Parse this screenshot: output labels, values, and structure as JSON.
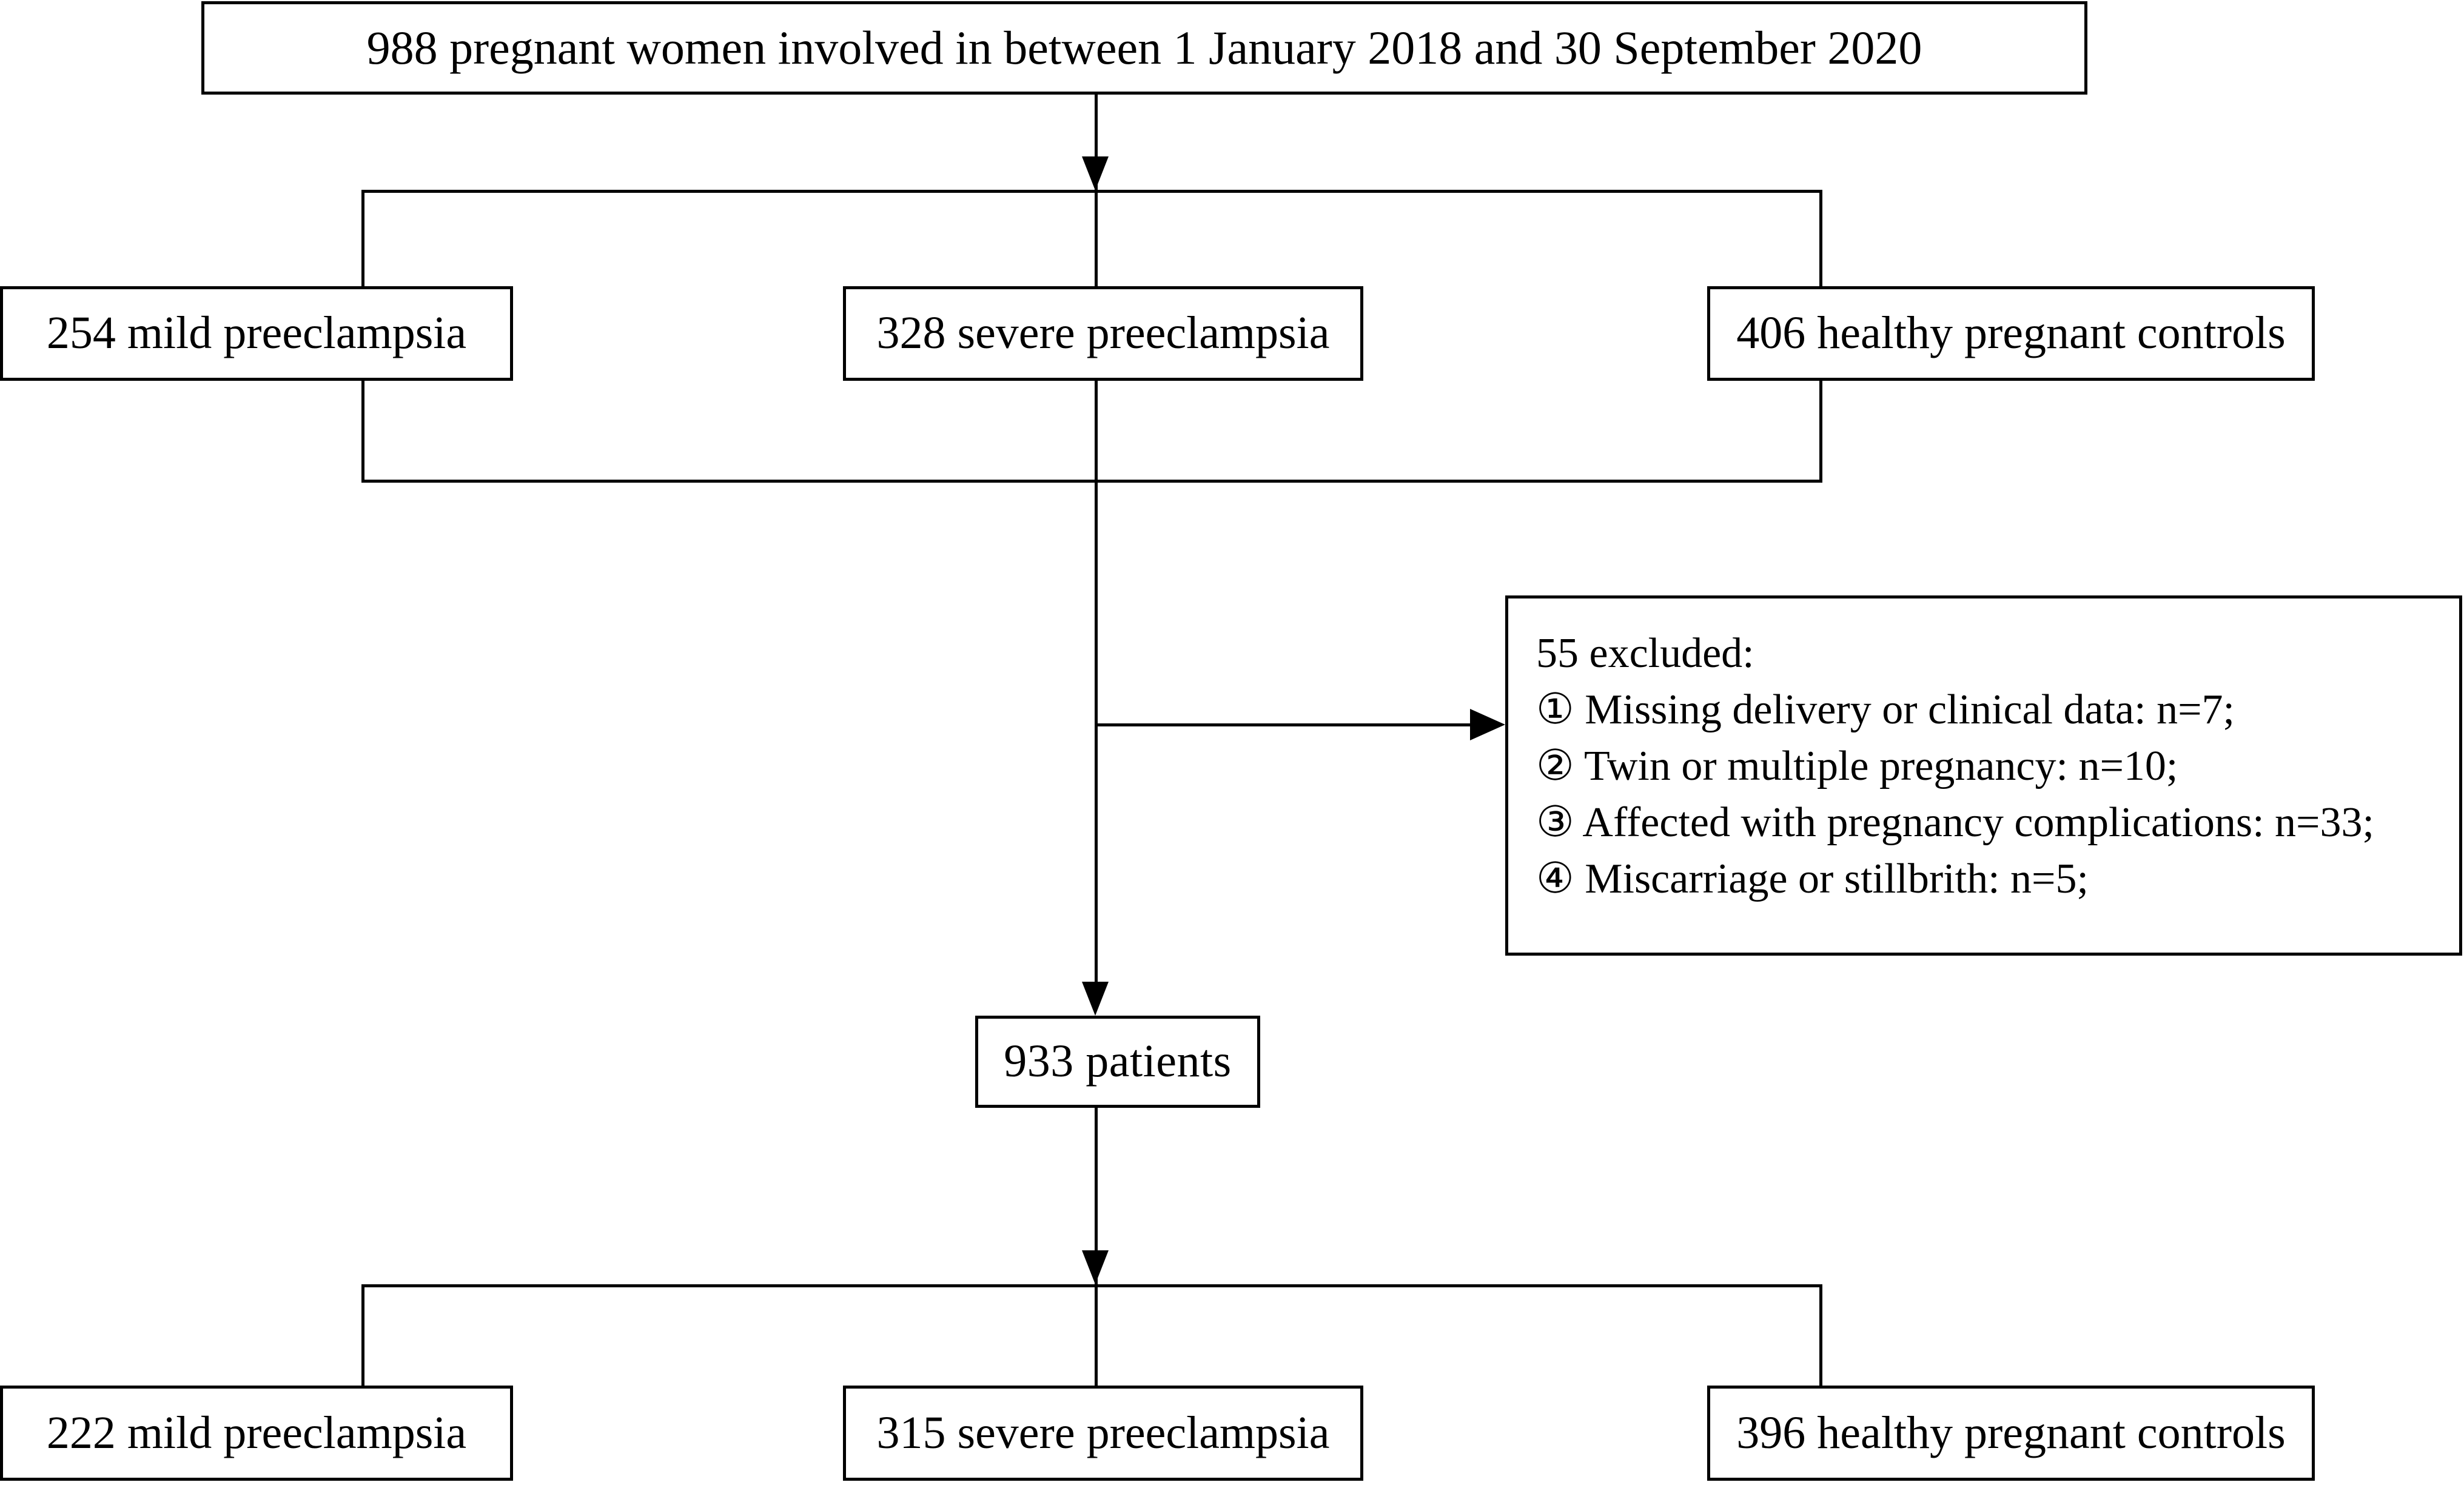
{
  "diagram": {
    "type": "study-flow-diagram",
    "enrollment": {
      "label": "988 pregnant women involved in between 1 January 2018 and 30 September 2020",
      "count": 988
    },
    "initial_groups": [
      {
        "name": "mild-preeclampsia",
        "label": "254 mild preeclampsia",
        "count": 254
      },
      {
        "name": "severe-preeclampsia",
        "label": "328 severe preeclampsia",
        "count": 328
      },
      {
        "name": "healthy-controls",
        "label": "406 healthy pregnant controls",
        "count": 406
      }
    ],
    "exclusions": {
      "heading": "55 excluded:",
      "total": 55,
      "reasons": [
        {
          "marker": "①",
          "label": "① Missing delivery or clinical data: n=7;",
          "text": "Missing delivery or clinical data",
          "n": 7
        },
        {
          "marker": "②",
          "label": "② Twin or multiple pregnancy: n=10;",
          "text": "Twin or multiple pregnancy",
          "n": 10
        },
        {
          "marker": "③",
          "label": "③ Affected with pregnancy complications: n=33;",
          "text": "Affected with pregnancy complications",
          "n": 33
        },
        {
          "marker": "④",
          "label": "④ Miscarriage or stillbrith: n=5;",
          "text": "Miscarriage or stillbrith",
          "n": 5
        }
      ]
    },
    "analyzed": {
      "label": "933 patients",
      "count": 933
    },
    "final_groups": [
      {
        "name": "mild-preeclampsia",
        "label": "222 mild preeclampsia",
        "count": 222
      },
      {
        "name": "severe-preeclampsia",
        "label": "315 severe preeclampsia",
        "count": 315
      },
      {
        "name": "healthy-controls",
        "label": "396 healthy pregnant controls",
        "count": 396
      }
    ],
    "style": {
      "line_color": "#000000",
      "box_border_color": "#000000",
      "box_fill": "#ffffff",
      "background": "#ffffff"
    }
  }
}
